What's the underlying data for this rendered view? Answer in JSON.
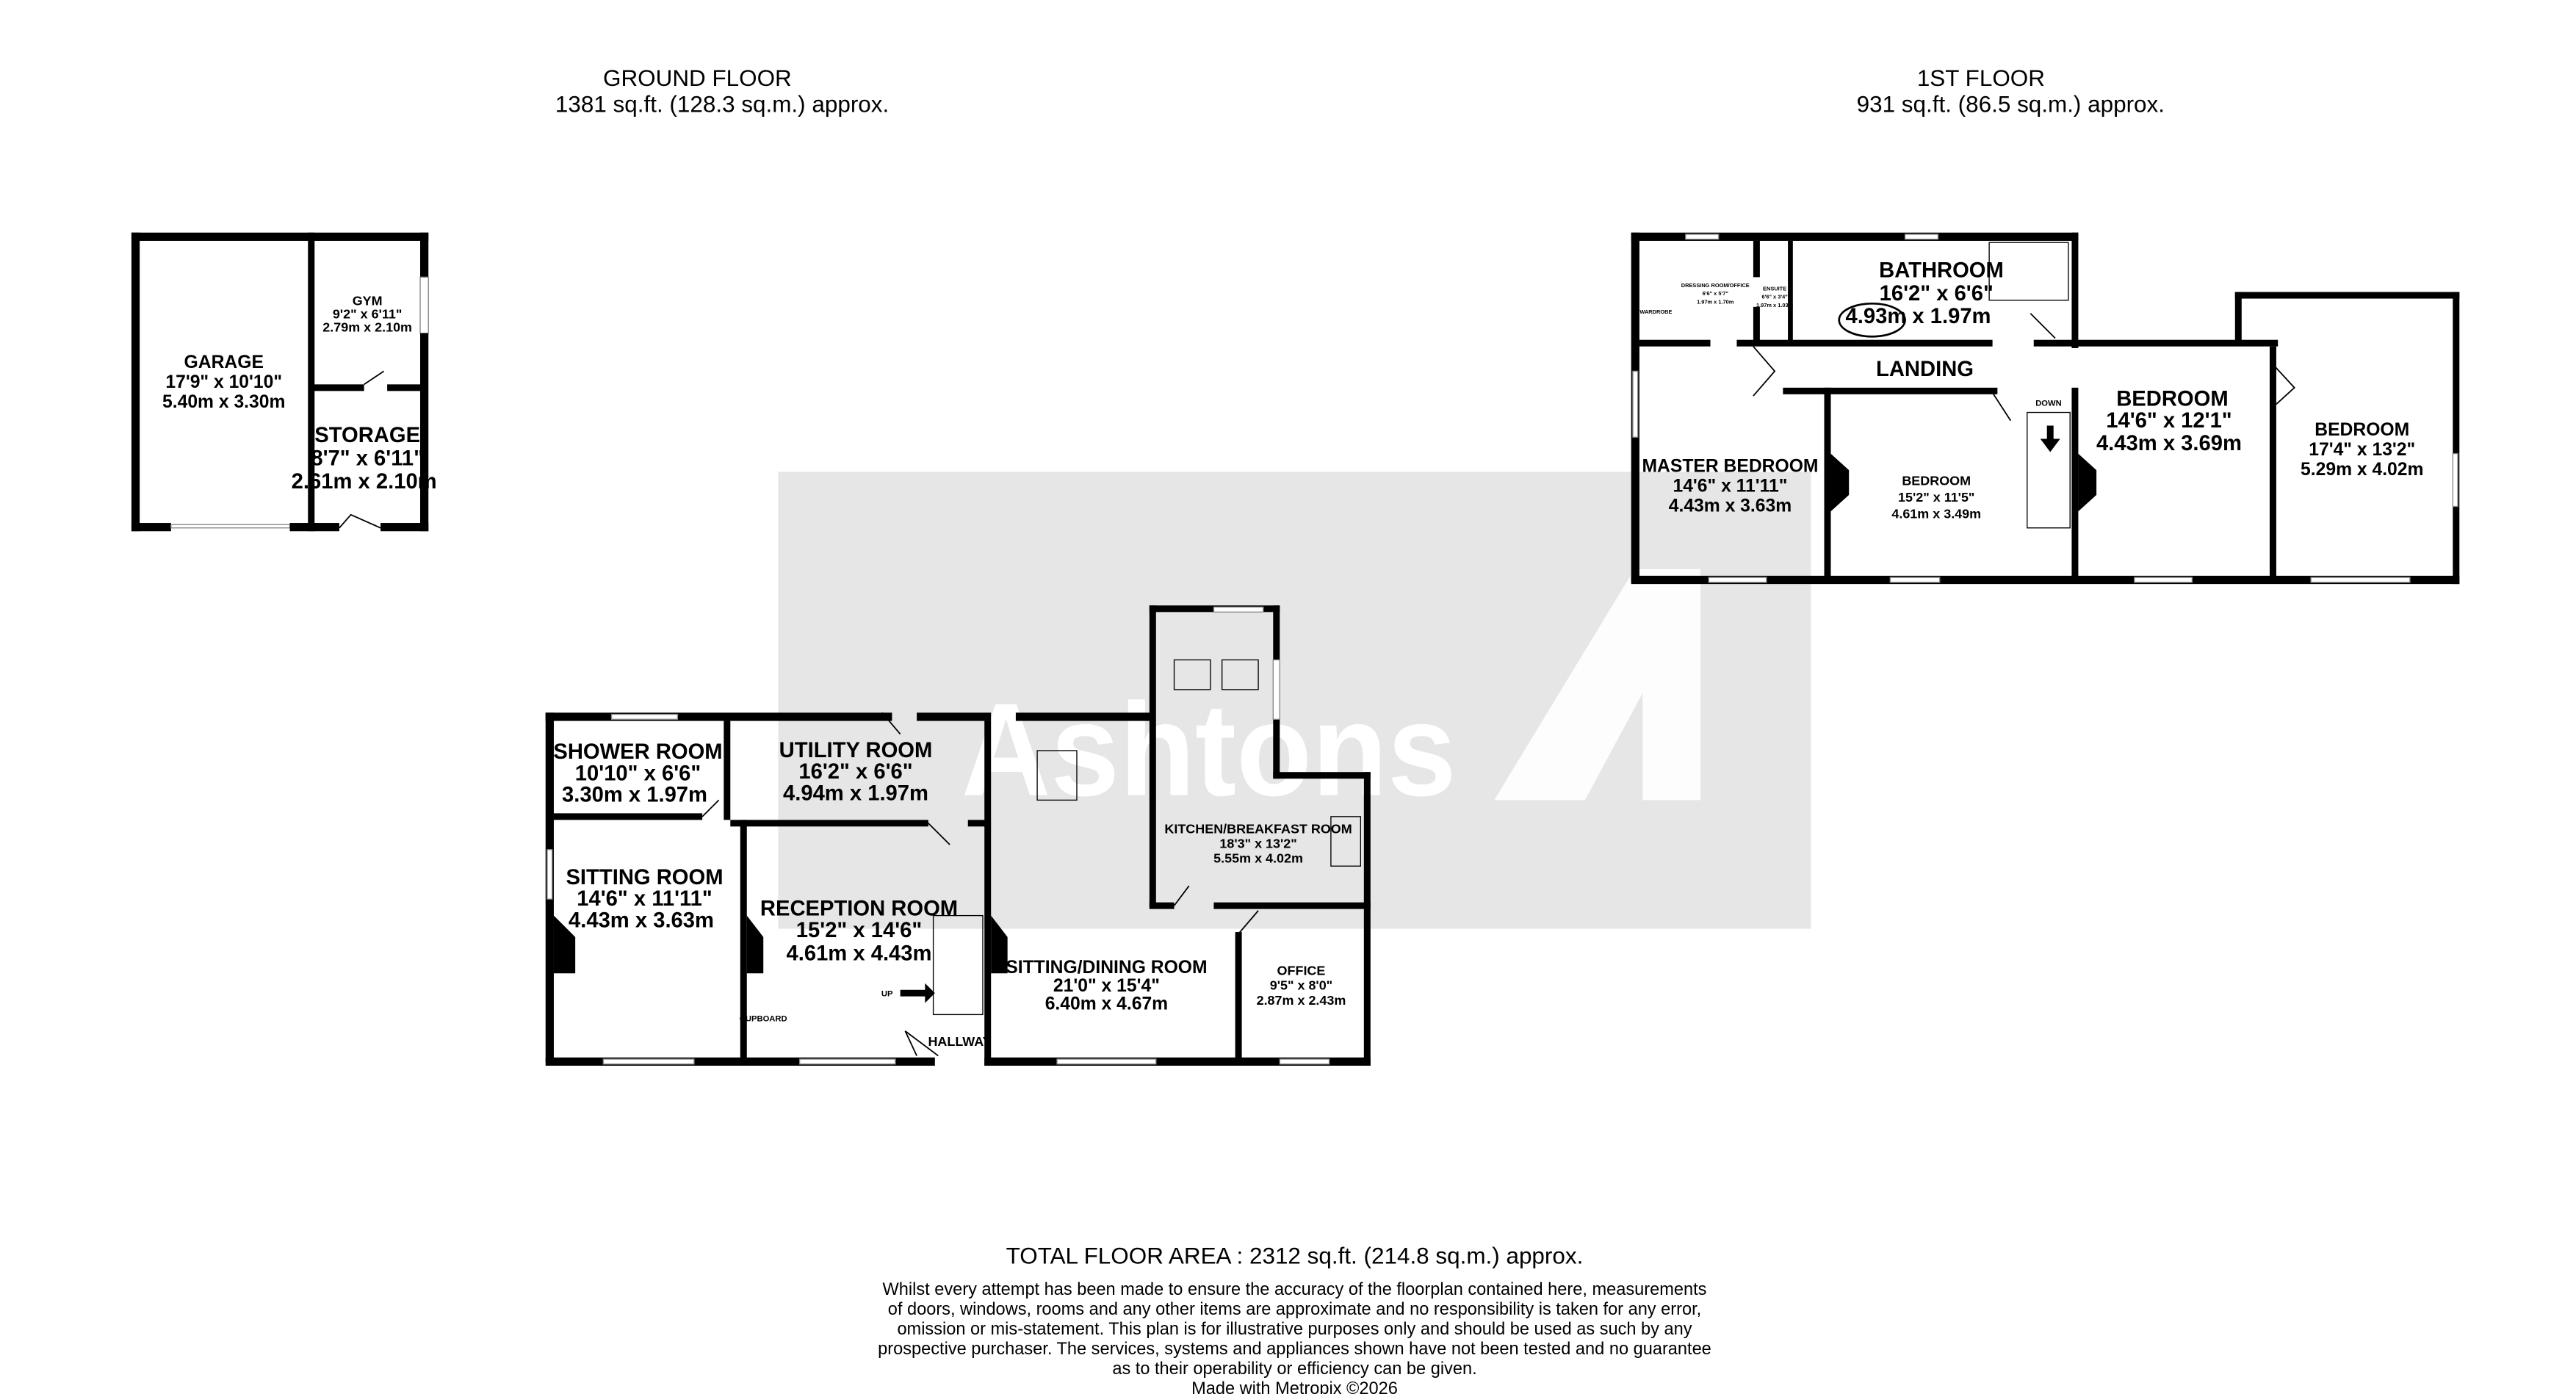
{
  "ground_floor": {
    "title": "GROUND FLOOR",
    "area": "1381 sq.ft. (128.3 sq.m.) approx.",
    "rooms": [
      {
        "name": "GARAGE",
        "imperial": "17'9\"  x 10'10\"",
        "metric": "5.40m  x 3.30m"
      },
      {
        "name": "GYM",
        "imperial": "9'2\"  x 6'11\"",
        "metric": "2.79m  x 2.10m"
      },
      {
        "name": "STORAGE",
        "imperial": "8'7\"  x 6'11\"",
        "metric": "2.61m  x 2.10m"
      },
      {
        "name": "SHOWER ROOM",
        "imperial": "10'10\"  x 6'6\"",
        "metric": "3.30m  x 1.97m"
      },
      {
        "name": "UTILITY ROOM",
        "imperial": "16'2\"  x 6'6\"",
        "metric": "4.94m  x 1.97m"
      },
      {
        "name": "KITCHEN/BREAKFAST ROOM",
        "imperial": "18'3\"  x 13'2\"",
        "metric": "5.55m  x 4.02m"
      },
      {
        "name": "SITTING ROOM",
        "imperial": "14'6\"  x 11'11\"",
        "metric": "4.43m  x 3.63m"
      },
      {
        "name": "RECEPTION ROOM",
        "imperial": "15'2\"  x 14'6\"",
        "metric": "4.61m  x 4.43m"
      },
      {
        "name": "SITTING/DINING ROOM",
        "imperial": "21'0\"  x 15'4\"",
        "metric": "6.40m  x 4.67m"
      },
      {
        "name": "OFFICE",
        "imperial": "9'5\"  x 8'0\"",
        "metric": "2.87m  x 2.43m"
      }
    ],
    "labels": {
      "hallway": "HALLWAY",
      "cupboard": "CUPBOARD",
      "up": "UP"
    }
  },
  "first_floor": {
    "title": "1ST FLOOR",
    "area": "931 sq.ft. (86.5 sq.m.) approx.",
    "rooms": [
      {
        "name": "DRESSING ROOM/OFFICE",
        "imperial": "6'6\"  x 5'7\"",
        "metric": "1.97m  x 1.70m"
      },
      {
        "name": "ENSUITE",
        "imperial": "6'6\"  x 3'4\"",
        "metric": "1.97m  x 1.03m"
      },
      {
        "name": "BATHROOM",
        "imperial": "16'2\"  x 6'6\"",
        "metric": "4.93m  x 1.97m"
      },
      {
        "name": "MASTER BEDROOM",
        "imperial": "14'6\"  x 11'11\"",
        "metric": "4.43m  x 3.63m"
      },
      {
        "name": "BEDROOM",
        "imperial": "15'2\"  x 11'5\"",
        "metric": "4.61m  x 3.49m"
      },
      {
        "name": "BEDROOM",
        "imperial": "14'6\"  x 12'1\"",
        "metric": "4.43m  x 3.69m"
      },
      {
        "name": "BEDROOM",
        "imperial": "17'4\"  x 13'2\"",
        "metric": "5.29m  x 4.02m"
      }
    ],
    "labels": {
      "landing": "LANDING",
      "wardrobe": "WARDROBE",
      "down": "DOWN"
    }
  },
  "watermark": "Ashtons",
  "total": "TOTAL FLOOR AREA : 2312 sq.ft. (214.8 sq.m.) approx.",
  "disclaimer": [
    "Whilst every attempt has been made to ensure the accuracy of the floorplan contained here, measurements",
    "of doors, windows, rooms and any other items are approximate and no responsibility is taken for any error,",
    "omission or mis-statement. This plan is for illustrative purposes only and should be used as such by any",
    "prospective purchaser. The services, systems and appliances shown have not been tested and no guarantee",
    "as to their operability or efficiency can be given."
  ],
  "credit": "Made with Metropix ©2026",
  "colors": {
    "walls": "#000000",
    "watermark_bg": "#e6e6e6"
  }
}
